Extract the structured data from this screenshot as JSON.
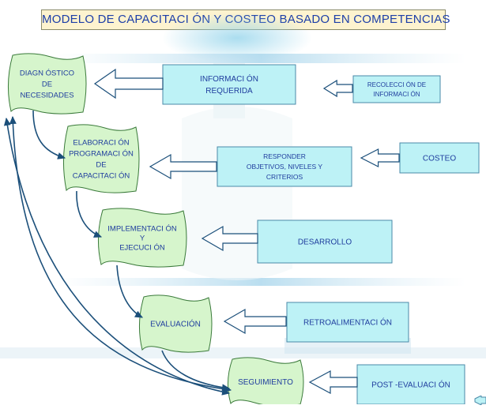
{
  "title": "MODELO DE CAPACITACI ÓN Y COSTEO BASADO EN COMPETENCIAS",
  "colors": {
    "step_fill": "#d6f5cc",
    "step_stroke": "#3a7a3a",
    "box_fill": "#bdf2f6",
    "box_stroke": "#4a8aa8",
    "text": "#1f3d9e",
    "arrow": "#1b4f7a"
  },
  "steps": [
    {
      "id": "diagnostico",
      "lines": [
        "DIAGN ÓSTICO",
        "DE",
        "NECESIDADES"
      ]
    },
    {
      "id": "elaboracion",
      "lines": [
        "ELABORACI ÓN",
        "PROGRAMACI ÓN",
        "DE",
        "CAPACITACI ÓN"
      ]
    },
    {
      "id": "implementacion",
      "lines": [
        "IMPLEMENTACI  ÓN",
        "Y",
        "EJECUCI ÓN"
      ]
    },
    {
      "id": "evaluacion",
      "lines": [
        "EVALUACIÓN"
      ]
    },
    {
      "id": "seguimiento",
      "lines": [
        "SEGUIMIENTO"
      ]
    }
  ],
  "inputs": [
    {
      "id": "informacion-requerida",
      "lines": [
        "INFORMACI ÓN",
        "REQUERIDA"
      ]
    },
    {
      "id": "recoleccion",
      "lines": [
        "RECOLECCI ÓN DE",
        "INFORMACI ÓN"
      ]
    },
    {
      "id": "responder",
      "lines": [
        "RESPONDER",
        "OBJETIVOS, NIVELES Y",
        "CRITERIOS"
      ]
    },
    {
      "id": "costeo",
      "lines": [
        "COSTEO"
      ]
    },
    {
      "id": "desarrollo",
      "lines": [
        "DESARROLLO"
      ]
    },
    {
      "id": "retroalimentacion",
      "lines": [
        "RETROALIMENTACI  ÓN"
      ]
    },
    {
      "id": "post-evaluacion",
      "lines": [
        "POST -EVALUACI ÓN"
      ]
    }
  ]
}
